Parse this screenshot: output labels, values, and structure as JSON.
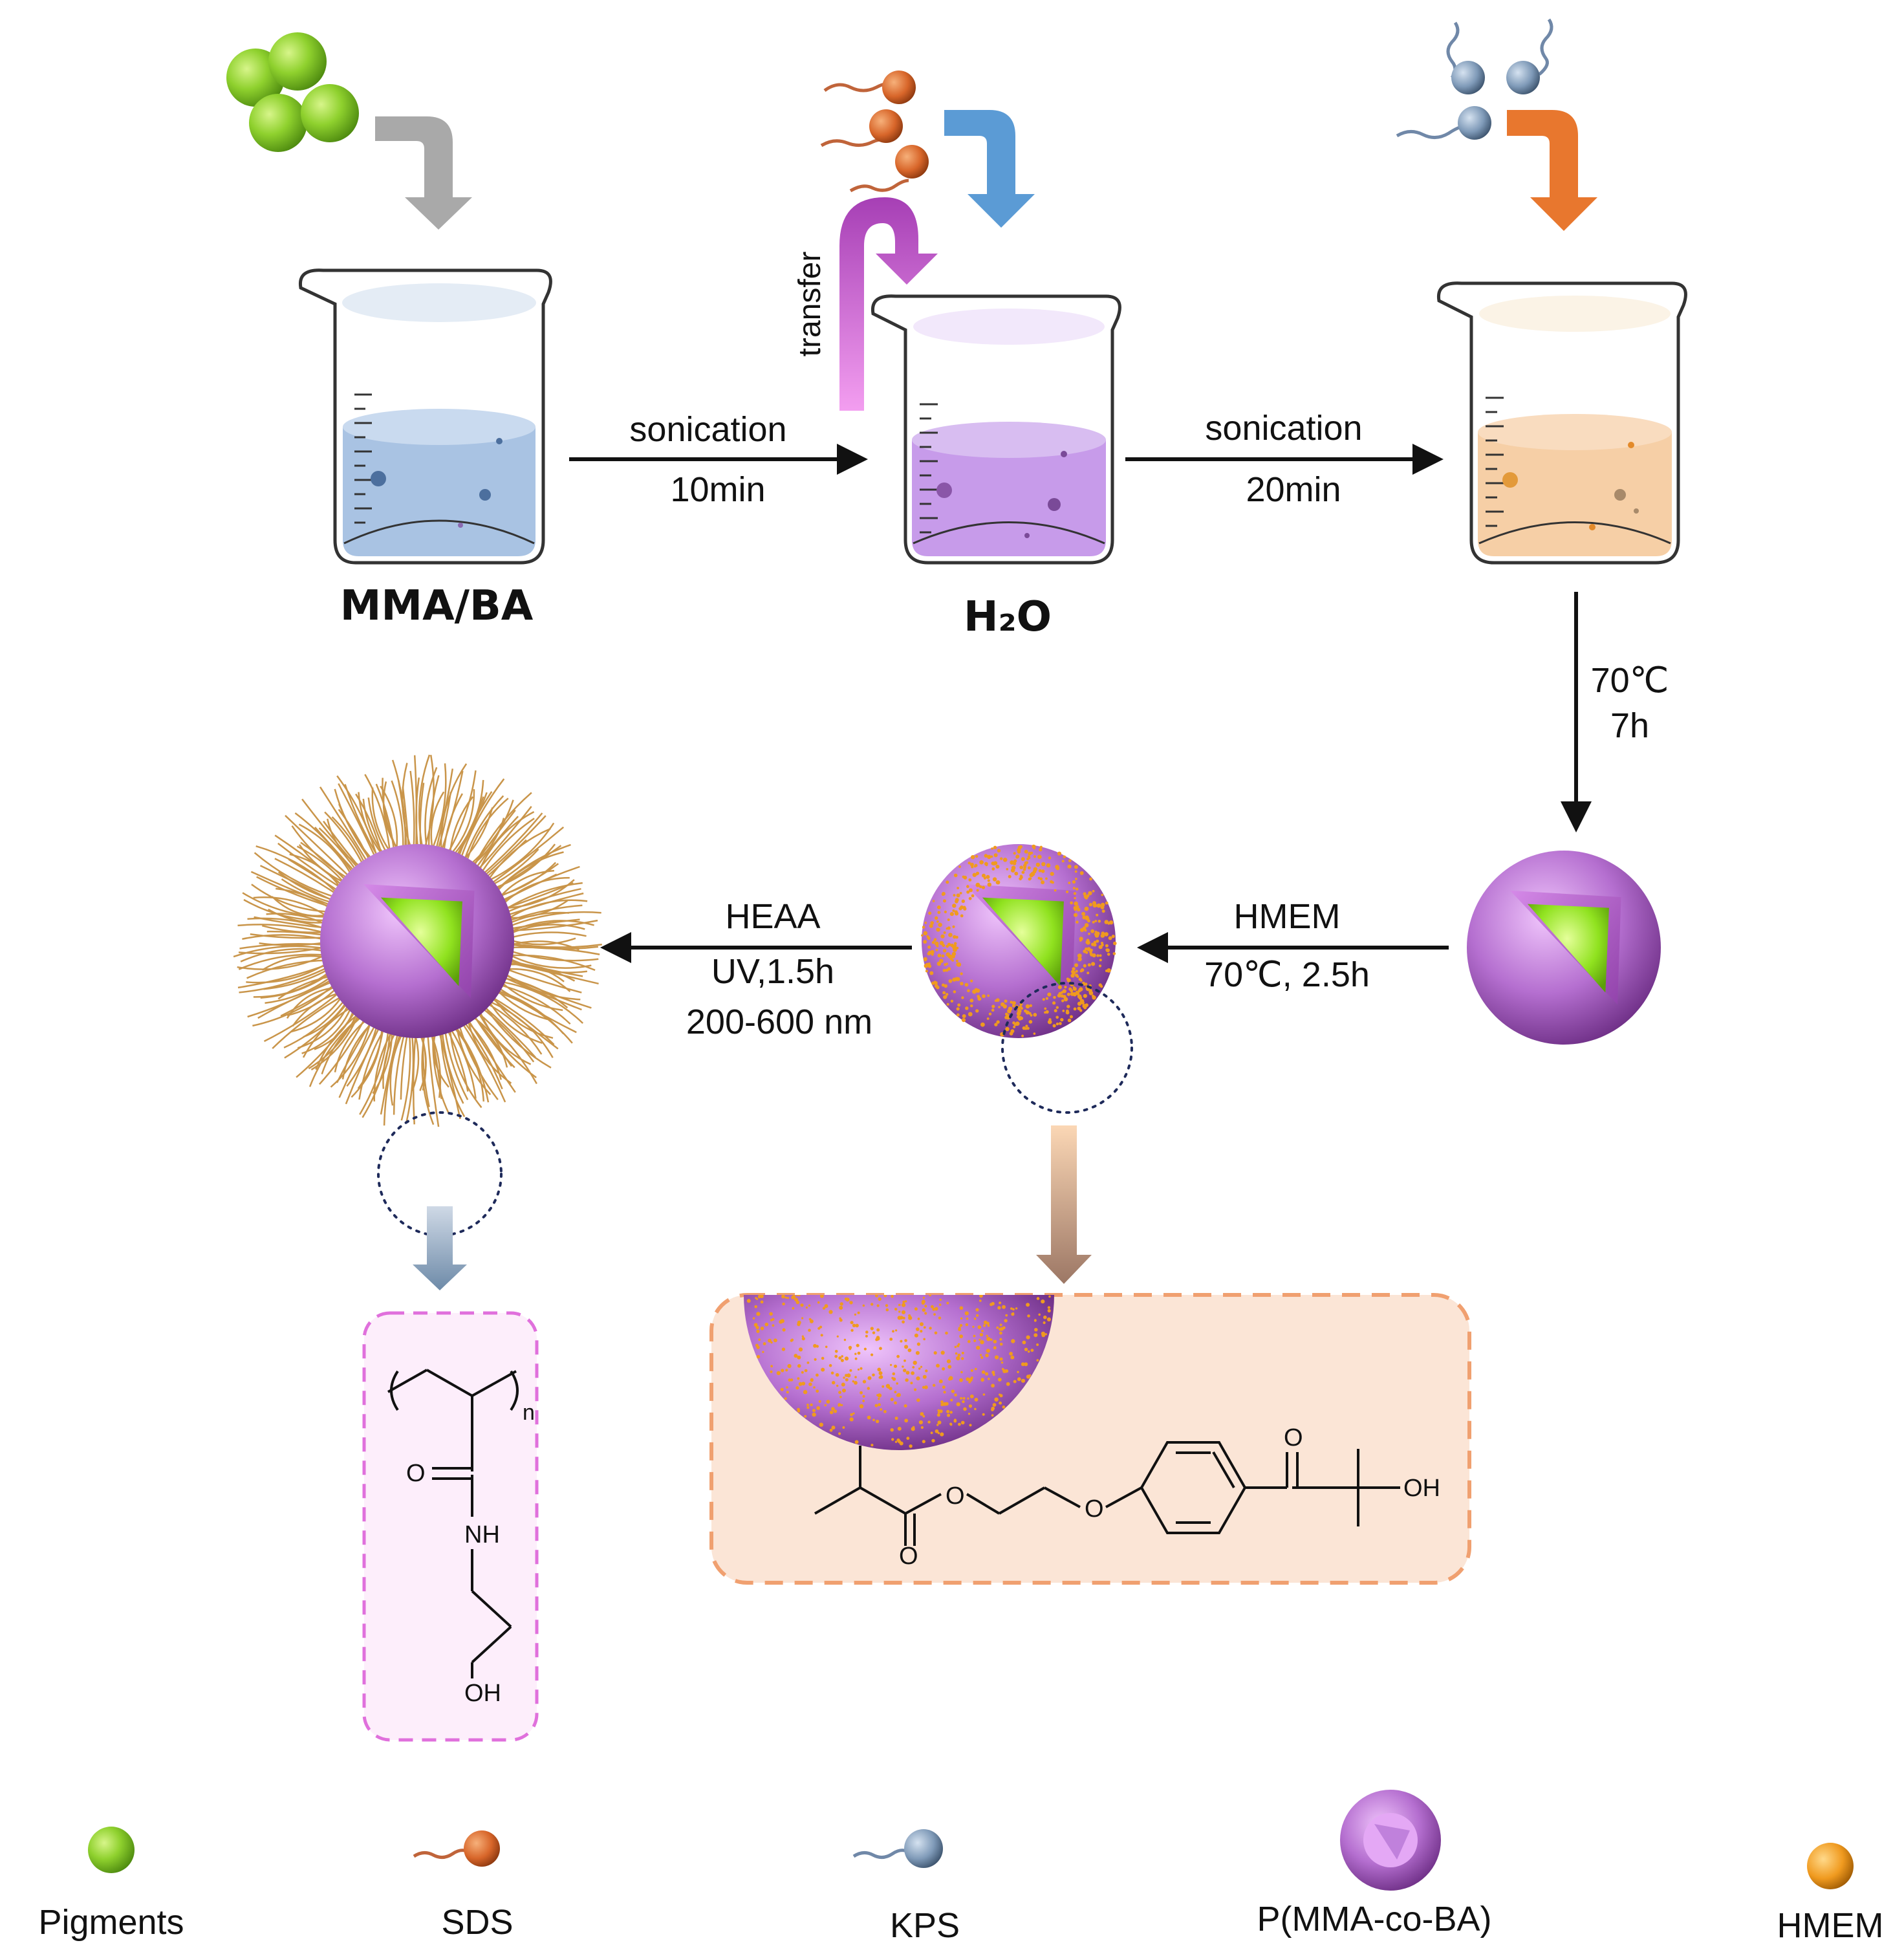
{
  "beakers": {
    "first_label": "MMA/BA",
    "second_label": "H₂O",
    "first_liquid_color": "#a9c3e3",
    "second_liquid_color": "#c79bea",
    "third_liquid_color": "#f6cfa6"
  },
  "steps": {
    "transfer": "transfer",
    "sonication1": "sonication",
    "time1": "10min",
    "sonication2": "sonication",
    "time2": "20min",
    "poly_temp": "70℃",
    "poly_time": "7h",
    "hmem_reagent": "HMEM",
    "hmem_cond": "70℃, 2.5h",
    "heaa_reagent": "HEAA",
    "heaa_cond": "UV,1.5h",
    "heaa_range": "200-600 nm"
  },
  "structures": {
    "heaa_n": "n",
    "heaa_o": "O",
    "heaa_nh": "NH",
    "heaa_oh": "OH",
    "hmem_o1": "O",
    "hmem_o2": "O",
    "hmem_o3": "O",
    "hmem_o4": "O",
    "hmem_oh": "OH"
  },
  "legend": {
    "pigments": "Pigments",
    "sds": "SDS",
    "kps": "KPS",
    "polymer": "P(MMA-co-BA)",
    "hmem": "HMEM"
  },
  "colors": {
    "pigment": "#8fd12e",
    "sds_head": "#d8662a",
    "kps_head": "#7f9ab8",
    "polymer_shell": "#b56fd0",
    "hmem_dot": "#f09a1f",
    "arrow_gray": "#a9a9a9",
    "arrow_blue": "#5b9bd5",
    "arrow_orange": "#e8772e",
    "arrow_pink": "#c35fd0",
    "heaa_box": "#fdeefb",
    "hmem_box": "#fbe5d6"
  }
}
